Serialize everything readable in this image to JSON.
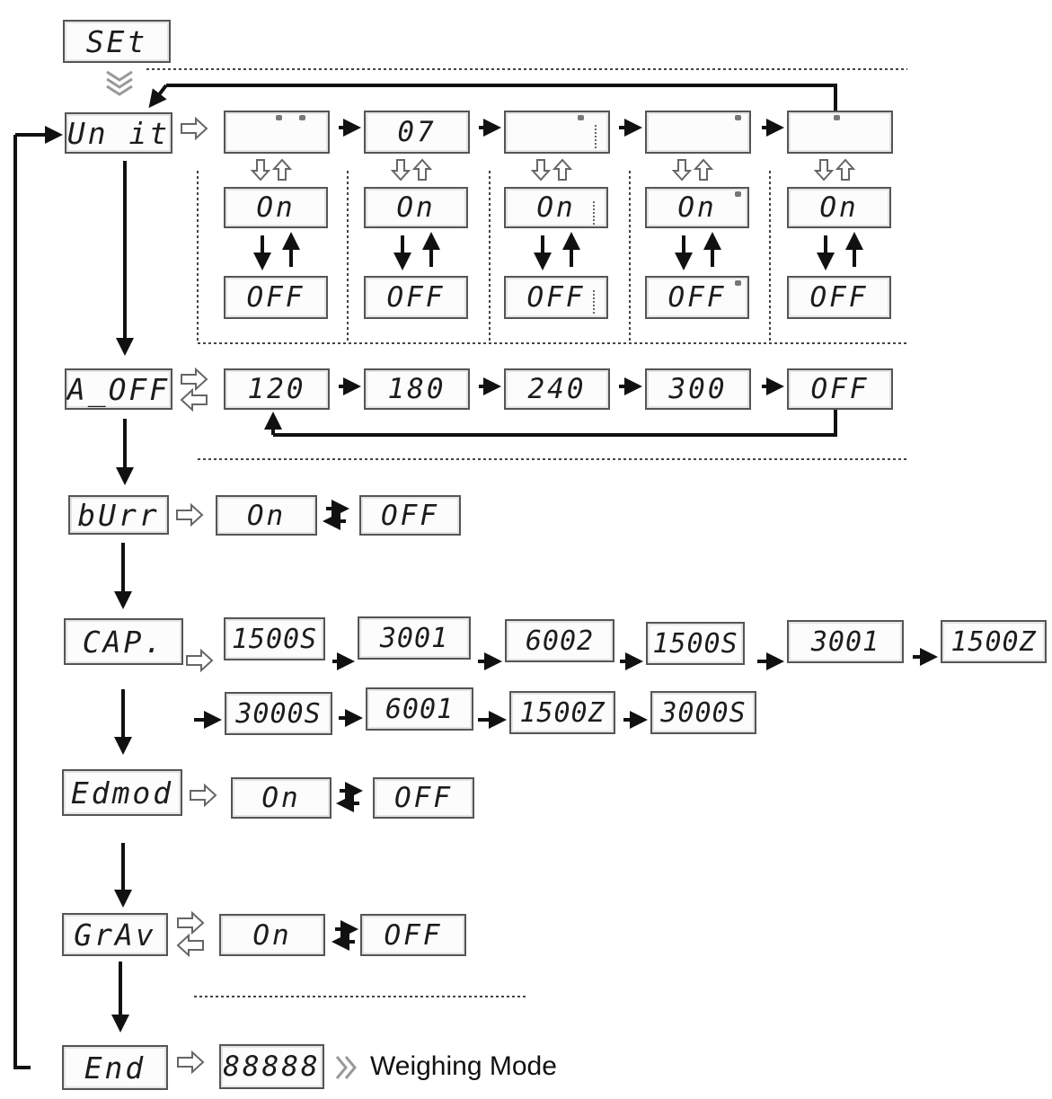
{
  "menu": {
    "set": "SEt",
    "unit": "Un it",
    "auto_off": "A_OFF",
    "buzzer": "bUrr",
    "capacity": "CAP.",
    "edmod": "Edmod",
    "grav": "GrAv",
    "end": "End"
  },
  "unit_section": {
    "screen_2_text": "07",
    "on_label": "On",
    "off_label": "OFF"
  },
  "auto_off_values": [
    "120",
    "180",
    "240",
    "300",
    "OFF"
  ],
  "buzzer_options": {
    "on": "On",
    "off": "OFF"
  },
  "capacity_row1": [
    "1500S",
    "3001",
    "6002",
    "1500S",
    "3001",
    "1500Z"
  ],
  "capacity_row2": [
    "3000S",
    "6001",
    "1500Z",
    "3000S"
  ],
  "edmod_options": {
    "on": "On",
    "off": "OFF"
  },
  "grav_options": {
    "on": "On",
    "off": "OFF"
  },
  "end_display": "88888",
  "weighing_mode_label": "Weighing Mode",
  "colors": {
    "stroke": "#111111",
    "lcd_border": "#555555",
    "dotted": "#444444",
    "hollow_arrow": "#666666"
  }
}
